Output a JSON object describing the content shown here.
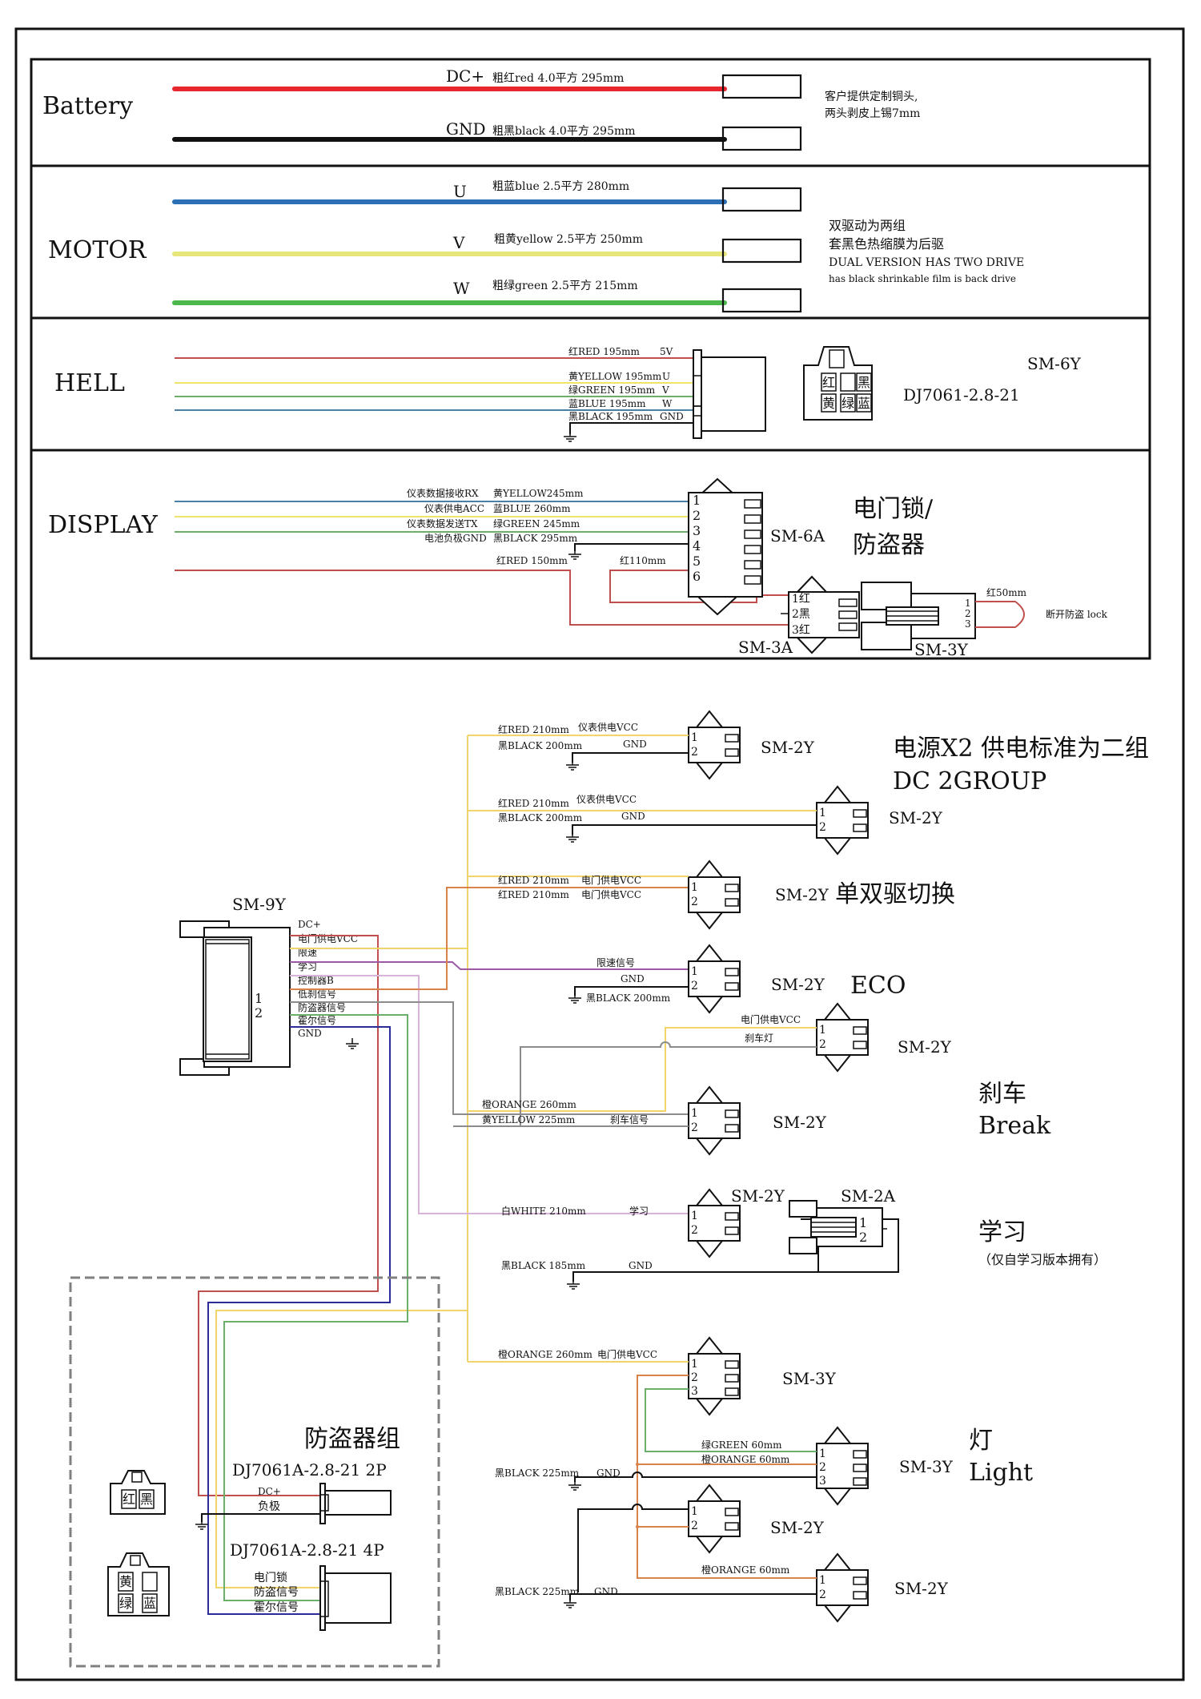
{
  "colors": {
    "red": "#e8262e",
    "black": "#111111",
    "blue": "#2c6fb5",
    "yellow": "#e6e67a",
    "green": "#4cb84c",
    "thin_red": "#c0504d",
    "thin_yellow": "#f0e36a",
    "thin_green": "#6ab06a",
    "thin_blue": "#4a7fa8",
    "trunk_yellow": "#f2d56a",
    "orange": "#d9824a",
    "purple": "#9b59a6",
    "gray": "#8c8c8c",
    "pink": "#d9b3d9",
    "navy": "#2b2b9a",
    "dashed_gray": "#808080"
  },
  "battery": {
    "title": "Battery",
    "wires": [
      {
        "signal": "DC+",
        "spec": "粗红red 4.0平方 295mm",
        "color": "red"
      },
      {
        "signal": "GND",
        "spec": "粗黑black 4.0平方 295mm",
        "color": "black"
      }
    ],
    "note": [
      "客户提供定制铜头,",
      "两头剥皮上锡7mm"
    ]
  },
  "motor": {
    "title": "MOTOR",
    "wires": [
      {
        "signal": "U",
        "spec": "粗蓝blue 2.5平方 280mm",
        "color": "blue"
      },
      {
        "signal": "V",
        "spec": "粗黄yellow 2.5平方 250mm",
        "color": "yellow"
      },
      {
        "signal": "W",
        "spec": "粗绿green 2.5平方 215mm",
        "color": "green"
      }
    ],
    "note": [
      "双驱动为两组",
      "套黑色热缩膜为后驱",
      "DUAL VERSION HAS TWO DRIVE",
      "has black shrinkable film is back drive"
    ]
  },
  "hell": {
    "title": "HELL",
    "wires": [
      {
        "label": "红RED 195mm",
        "signal": "5V",
        "color": "thin_red"
      },
      {
        "label": "黄YELLOW 195mm",
        "signal": "U",
        "color": "thin_yellow"
      },
      {
        "label": "绿GREEN 195mm",
        "signal": "V",
        "color": "thin_green"
      },
      {
        "label": "蓝BLUE 195mm",
        "signal": "W",
        "color": "thin_blue"
      },
      {
        "label": "黑BLACK 195mm",
        "signal": "GND",
        "color": "black"
      }
    ],
    "connector_model": "DJ7061-2.8-21",
    "connector_name": "SM-6Y",
    "pin_colors": [
      "红",
      "",
      "黑",
      "黄",
      "绿",
      "蓝"
    ]
  },
  "display": {
    "title": "DISPLAY",
    "wires": [
      {
        "signal": "仪表数据接收RX",
        "label": "黄YELLOW245mm",
        "pin": "1",
        "color": "thin_blue"
      },
      {
        "signal": "仪表供电ACC",
        "label": "蓝BLUE 260mm",
        "pin": "2",
        "color": "thin_yellow"
      },
      {
        "signal": "仪表数据发送TX",
        "label": "绿GREEN 245mm",
        "pin": "3",
        "color": "thin_green"
      },
      {
        "signal": "电池负极GND",
        "label": "黑BLACK 295mm",
        "pin": "4",
        "color": "black"
      }
    ],
    "pins": [
      "1",
      "2",
      "3",
      "4",
      "5",
      "6"
    ],
    "red_150": "红RED 150mm",
    "red_110": "红110mm",
    "red_50": "红50mm",
    "connector_6a": "SM-6A",
    "connector_3a": "SM-3A",
    "connector_3y": "SM-3Y",
    "pins_3a": [
      "1红",
      "2黑",
      "3红"
    ],
    "pins_3y": [
      "1",
      "2",
      "3"
    ],
    "lock_title": [
      "电门锁/",
      "防盗器"
    ],
    "lock_note": "断开防盗 lock"
  },
  "main_connector": {
    "name": "SM-9Y",
    "pins": [
      "1",
      "2"
    ],
    "signals": [
      "DC+",
      "电门供电VCC",
      "限速",
      "学习",
      "控制器B",
      "低刹信号",
      "防盗器信号",
      "霍尔信号",
      "GND"
    ]
  },
  "power_group": {
    "title": [
      "电源X2 供电标准为二组",
      "DC 2GROUP"
    ],
    "connectors": [
      {
        "name": "SM-2Y",
        "w1": "红RED 210mm",
        "s1": "仪表供电VCC",
        "w2": "黑BLACK 200mm",
        "s2": "GND"
      },
      {
        "name": "SM-2Y",
        "w1": "红RED 210mm",
        "s1": "仪表供电VCC",
        "w2": "黑BLACK 200mm",
        "s2": "GND"
      }
    ]
  },
  "switch_drive": {
    "title": "单双驱切换",
    "name": "SM-2Y",
    "w1": "红RED 210mm",
    "s1": "电门供电VCC",
    "w2": "红RED 210mm",
    "s2": "电门供电VCC"
  },
  "eco": {
    "title": "ECO",
    "name": "SM-2Y",
    "s1": "限速信号",
    "s2": "GND",
    "w2": "黑BLACK 200mm"
  },
  "brake": {
    "title": [
      "刹车",
      "Break"
    ],
    "light_conn": {
      "name": "SM-2Y",
      "s1": "电门供电VCC",
      "s2": "刹车灯"
    },
    "signal_conn": {
      "name": "SM-2Y",
      "w1": "橙ORANGE 260mm",
      "w2": "黄YELLOW 225mm",
      "s2": "刹车信号"
    }
  },
  "learn": {
    "title": "学习",
    "subtitle": "（仅自学习版本拥有）",
    "conn_y": "SM-2Y",
    "conn_a": "SM-2A",
    "w1": "白WHITE 210mm",
    "s1": "学习",
    "w2": "黑BLACK 185mm",
    "s2": "GND"
  },
  "light": {
    "title": [
      "灯",
      "Light"
    ],
    "main": {
      "name": "SM-3Y",
      "w1": "橙ORANGE 260mm",
      "s1": "电门供电VCC"
    },
    "sub3": {
      "name": "SM-3Y",
      "w1": "绿GREEN 60mm",
      "w2": "橙ORANGE 60mm"
    },
    "gnd1": {
      "w": "黑BLACK 225mm",
      "s": "GND"
    },
    "sub2a": {
      "name": "SM-2Y"
    },
    "sub2b": {
      "name": "SM-2Y",
      "w1": "橙ORANGE 60mm"
    },
    "gnd2": {
      "w": "黑BLACK 225mm",
      "s": "GND"
    }
  },
  "antitheft": {
    "title": "防盗器组",
    "conn2p": {
      "model": "DJ7061A-2.8-21 2P",
      "s1": "DC+",
      "s2": "负极"
    },
    "conn4p": {
      "model": "DJ7061A-2.8-21 4P",
      "s1": "电门锁",
      "s2": "防盗信号",
      "s3": "霍尔信号"
    },
    "icon2p": [
      "红",
      "黑"
    ],
    "icon4p": [
      "黄",
      "",
      "绿",
      "蓝"
    ]
  }
}
